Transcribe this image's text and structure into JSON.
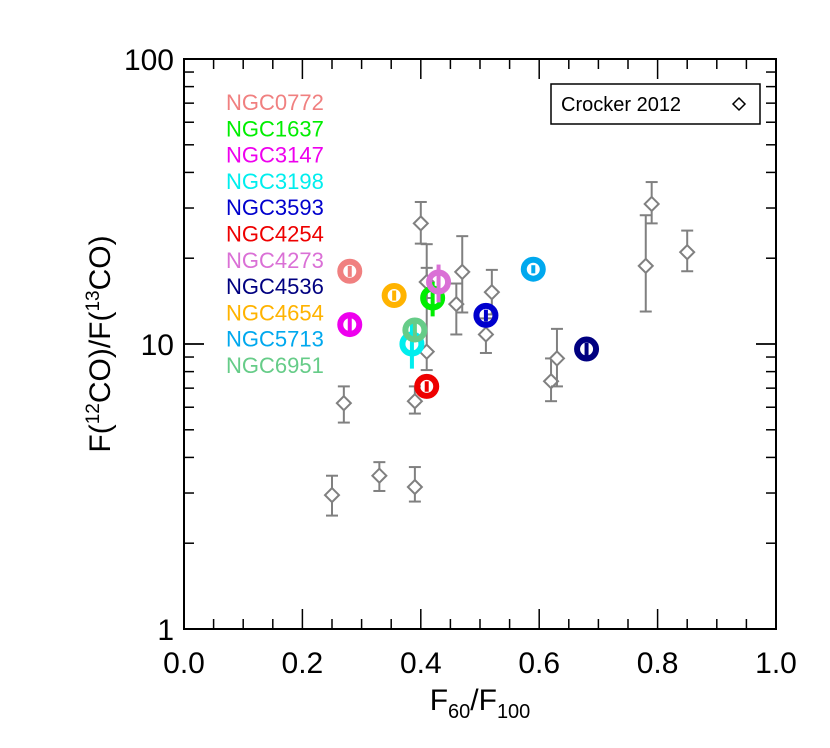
{
  "chart_data": {
    "type": "scatter",
    "x_axis": {
      "label_main": "F",
      "label_sub1": "60",
      "label_mid": "/F",
      "label_sub2": "100",
      "range": [
        0.0,
        1.0
      ],
      "ticks": [
        0.0,
        0.2,
        0.4,
        0.6,
        0.8,
        1.0
      ],
      "tick_labels": [
        "0.0",
        "0.2",
        "0.4",
        "0.6",
        "0.8",
        "1.0"
      ],
      "minor_step": 0.05,
      "scale": "linear"
    },
    "y_axis": {
      "label_part1": "F(",
      "label_sup1": "12",
      "label_part2": "CO)/F(",
      "label_sup2": "13",
      "label_part3": "CO)",
      "range": [
        1,
        100
      ],
      "ticks": [
        1,
        10,
        100
      ],
      "tick_labels": [
        "1",
        "10",
        "100"
      ],
      "scale": "log"
    },
    "crocker_box": {
      "label": "Crocker 2012",
      "symbol": "diamond"
    },
    "crocker_points": [
      {
        "x": 0.25,
        "y": 2.95,
        "yerr_lo": 0.45,
        "yerr_hi": 0.5
      },
      {
        "x": 0.27,
        "y": 6.2,
        "yerr_lo": 0.9,
        "yerr_hi": 0.9
      },
      {
        "x": 0.33,
        "y": 3.45,
        "yerr_lo": 0.4,
        "yerr_hi": 0.4
      },
      {
        "x": 0.39,
        "y": 3.15,
        "yerr_lo": 0.35,
        "yerr_hi": 0.55
      },
      {
        "x": 0.39,
        "y": 6.3,
        "yerr_lo": 0.6,
        "yerr_hi": 0.8
      },
      {
        "x": 0.4,
        "y": 26.5,
        "yerr_lo": 4.0,
        "yerr_hi": 5.0
      },
      {
        "x": 0.41,
        "y": 9.4,
        "yerr_lo": 1.3,
        "yerr_hi": 13.0
      },
      {
        "x": 0.41,
        "y": 16.5,
        "yerr_lo": 2.0,
        "yerr_hi": 2.0
      },
      {
        "x": 0.46,
        "y": 13.8,
        "yerr_lo": 3.0,
        "yerr_hi": 2.5
      },
      {
        "x": 0.47,
        "y": 17.9,
        "yerr_lo": 5.0,
        "yerr_hi": 6.0
      },
      {
        "x": 0.51,
        "y": 10.8,
        "yerr_lo": 1.5,
        "yerr_hi": 1.5
      },
      {
        "x": 0.52,
        "y": 15.2,
        "yerr_lo": 2.5,
        "yerr_hi": 3.0
      },
      {
        "x": 0.62,
        "y": 7.4,
        "yerr_lo": 1.1,
        "yerr_hi": 1.5
      },
      {
        "x": 0.63,
        "y": 8.9,
        "yerr_lo": 1.8,
        "yerr_hi": 2.4
      },
      {
        "x": 0.78,
        "y": 18.8,
        "yerr_lo": 5.8,
        "yerr_hi": 9.5
      },
      {
        "x": 0.79,
        "y": 31.0,
        "yerr_lo": 4.5,
        "yerr_hi": 6.0
      },
      {
        "x": 0.85,
        "y": 21.0,
        "yerr_lo": 3.0,
        "yerr_hi": 4.0
      }
    ],
    "series": [
      {
        "name": "NGC0772",
        "color": "#f08080",
        "x": 0.28,
        "y": 18.0,
        "yerr": 0.8
      },
      {
        "name": "NGC1637",
        "color": "#00ee00",
        "x": 0.42,
        "y": 14.5,
        "yerr": 2.0
      },
      {
        "name": "NGC3147",
        "color": "#ee00ee",
        "x": 0.28,
        "y": 11.7,
        "yerr": 0.8
      },
      {
        "name": "NGC3198",
        "color": "#00eeee",
        "x": 0.385,
        "y": 10.0,
        "yerr": 1.8
      },
      {
        "name": "NGC3593",
        "color": "#0000cd",
        "x": 0.51,
        "y": 12.6,
        "yerr": 0.6
      },
      {
        "name": "NGC4254",
        "color": "#ee0000",
        "x": 0.41,
        "y": 7.1,
        "yerr": 0.3
      },
      {
        "name": "NGC4273",
        "color": "#da70d6",
        "x": 0.43,
        "y": 16.5,
        "yerr": 2.5
      },
      {
        "name": "NGC4536",
        "color": "#000080",
        "x": 0.68,
        "y": 9.6,
        "yerr": 0.5
      },
      {
        "name": "NGC4654",
        "color": "#ffb300",
        "x": 0.355,
        "y": 14.8,
        "yerr": 0.6
      },
      {
        "name": "NGC5713",
        "color": "#00a8ee",
        "x": 0.59,
        "y": 18.3,
        "yerr": 0.6
      },
      {
        "name": "NGC6951",
        "color": "#66cc88",
        "x": 0.39,
        "y": 11.2,
        "yerr": 0.9
      }
    ],
    "legend_placement": "top-left",
    "grid": false
  }
}
